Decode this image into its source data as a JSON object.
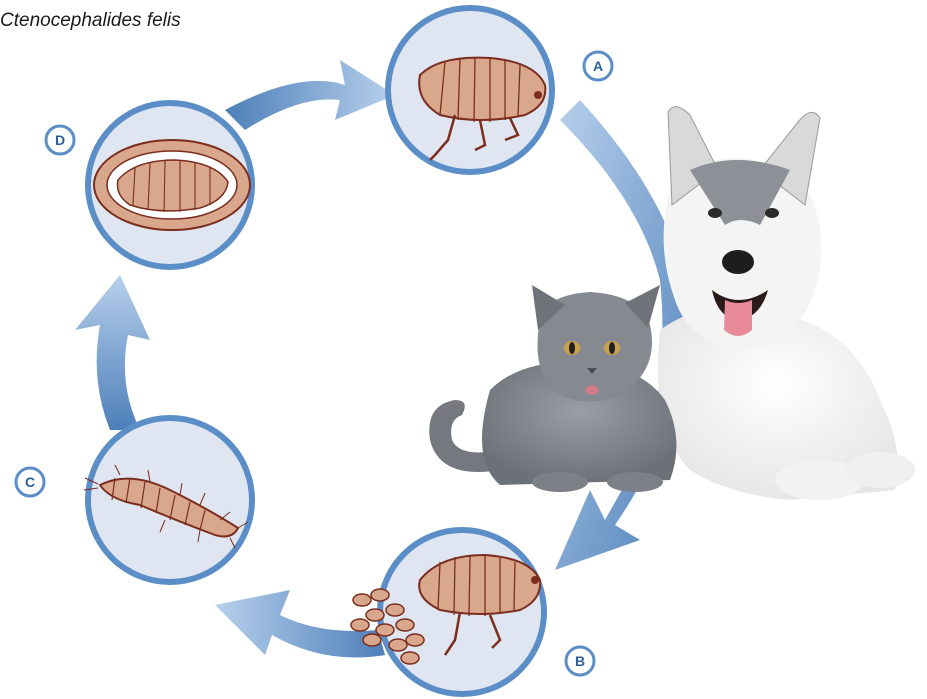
{
  "title": "Ctenocephalides felis",
  "stages": [
    {
      "id": "A",
      "label": "A",
      "icon": "adult-flea-icon"
    },
    {
      "id": "B",
      "label": "B",
      "icon": "flea-laying-eggs-icon"
    },
    {
      "id": "C",
      "label": "C",
      "icon": "larva-icon"
    },
    {
      "id": "D",
      "label": "D",
      "icon": "pupa-cocoon-icon"
    }
  ],
  "animals": {
    "cat_icon": "cat-icon",
    "dog_icon": "dog-icon"
  },
  "colors": {
    "ring_blue": "#5b8ec7",
    "arrow_light": "#a9c5e6",
    "arrow_dark": "#3f6fa8",
    "circle_fill": "#dfe6f1",
    "flea_fill": "#d9a78c",
    "flea_stroke": "#7b2d1e"
  }
}
